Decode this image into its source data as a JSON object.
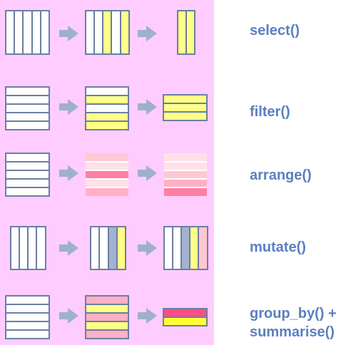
{
  "colors": {
    "panel": "#ffccff",
    "frame": "#6b7ea1",
    "arrow": "#9fb0cc",
    "white": "#ffffff",
    "yellow": "#ffff88",
    "blue_gray": "#a3b3cf",
    "pink_pale": "#ffe0e8",
    "pink_light": "#ffc7d2",
    "pink_mid": "#ffb0c4",
    "pink_hot": "#ff7fa3",
    "magenta": "#ff4e86",
    "yellow_bright": "#ffff33"
  },
  "verbs": [
    {
      "id": "select",
      "label": "select()"
    },
    {
      "id": "filter",
      "label": "filter()"
    },
    {
      "id": "arrange",
      "label": "arrange()"
    },
    {
      "id": "mutate",
      "label": "mutate()"
    },
    {
      "id": "group-by-summarise",
      "label_line1": "group_by() +",
      "label_line2": "summarise()"
    }
  ]
}
